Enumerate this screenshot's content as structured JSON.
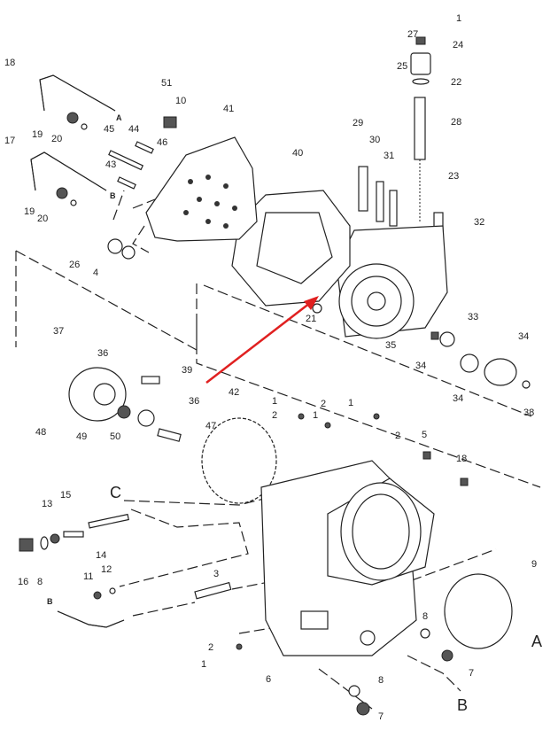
{
  "callouts": [
    "1",
    "27",
    "24",
    "25",
    "22",
    "28",
    "29",
    "30",
    "31",
    "23",
    "32",
    "40",
    "41",
    "51",
    "10",
    "18",
    "19",
    "20",
    "45",
    "44",
    "46",
    "17",
    "43",
    "19",
    "20",
    "26",
    "4",
    "21",
    "33",
    "35",
    "34",
    "34",
    "34",
    "38",
    "37",
    "36",
    "39",
    "36",
    "48",
    "49",
    "50",
    "47",
    "42",
    "1",
    "2",
    "1",
    "2",
    "1",
    "2",
    "5",
    "18",
    "15",
    "13",
    "14",
    "16",
    "8",
    "12",
    "11",
    "3",
    "9",
    "8",
    "2",
    "1",
    "6",
    "7",
    "8",
    "7"
  ],
  "connectors": {
    "a_small": "A",
    "b_small": "B",
    "c_large": "C",
    "b_hose": "B",
    "a_large": "A",
    "b_large": "B"
  },
  "colors": {
    "arrow": "#e02020",
    "ink": "#222222"
  }
}
